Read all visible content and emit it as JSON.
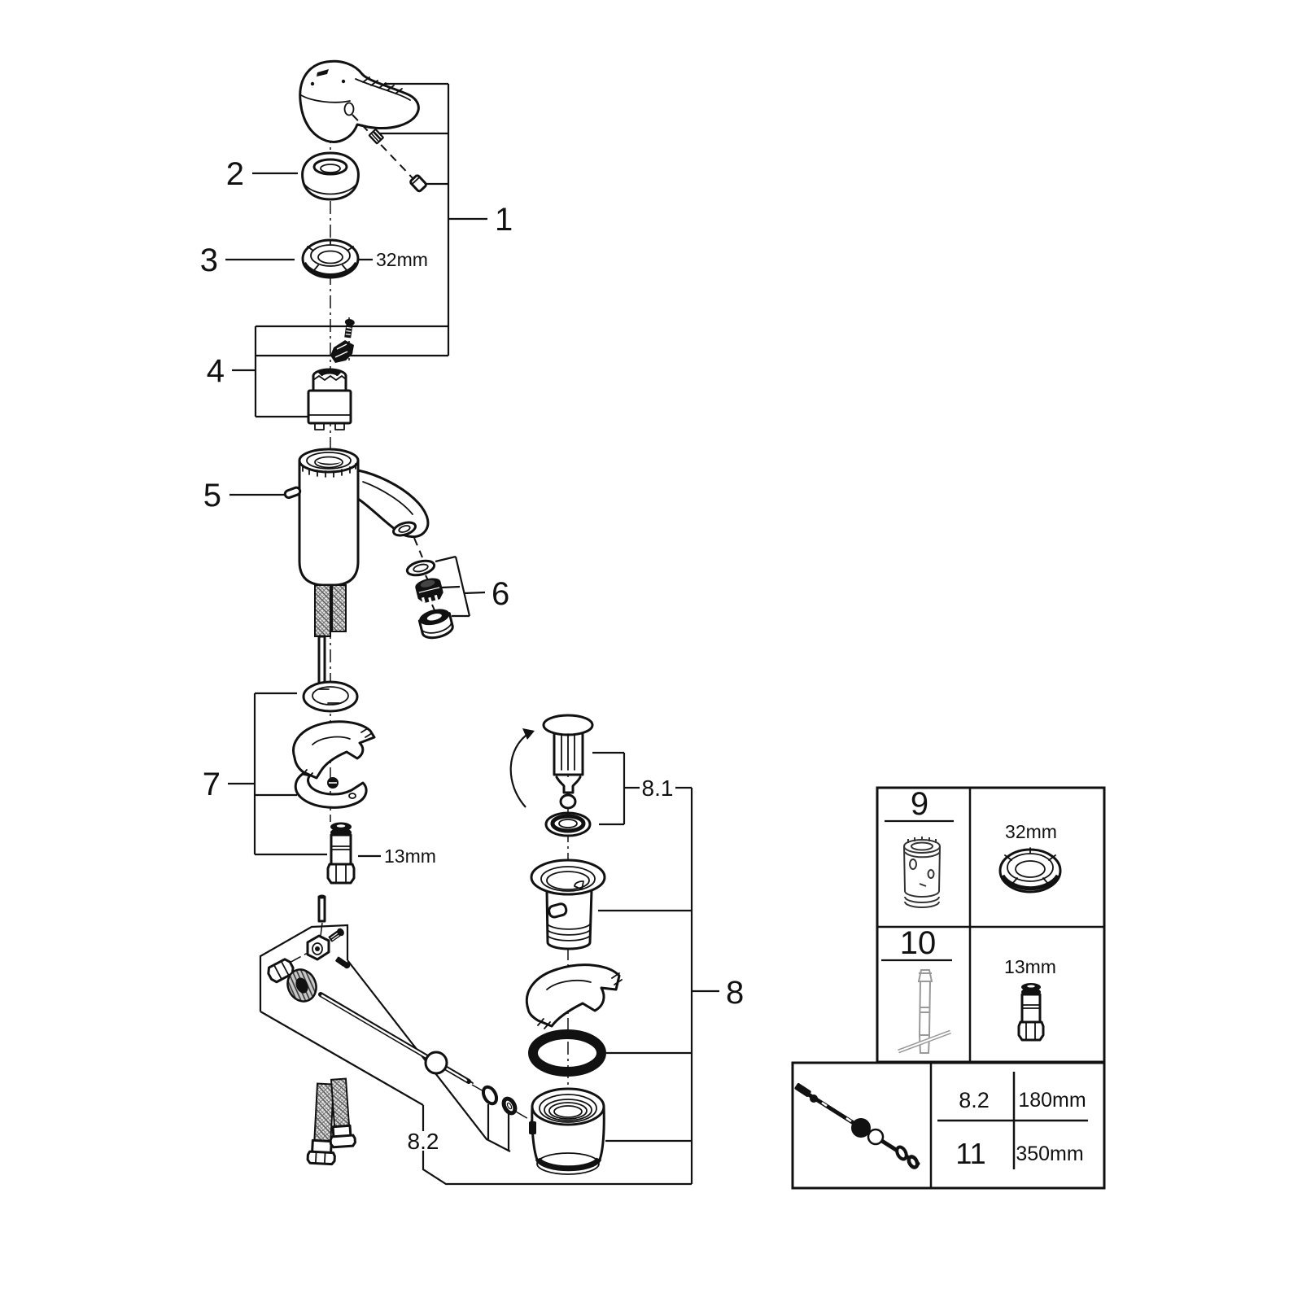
{
  "colors": {
    "ink": "#111111",
    "background": "#ffffff",
    "tool_gray": "#999999"
  },
  "callouts": {
    "c1": "1",
    "c2": "2",
    "c3": "3",
    "c4": "4",
    "c5": "5",
    "c6": "6",
    "c7": "7",
    "c8": "8",
    "c8_1": "8.1",
    "c8_2": "8.2"
  },
  "dims": {
    "ring_nut": "32mm",
    "stud": "13mm"
  },
  "tools_table": {
    "tool_top": {
      "id": "9",
      "size": "32mm"
    },
    "tool_bottom": {
      "id": "10",
      "size": "13mm"
    }
  },
  "kit_table": {
    "rows": [
      {
        "id": "8.2",
        "length": "180mm"
      },
      {
        "id": "11",
        "length": "350mm"
      }
    ]
  }
}
